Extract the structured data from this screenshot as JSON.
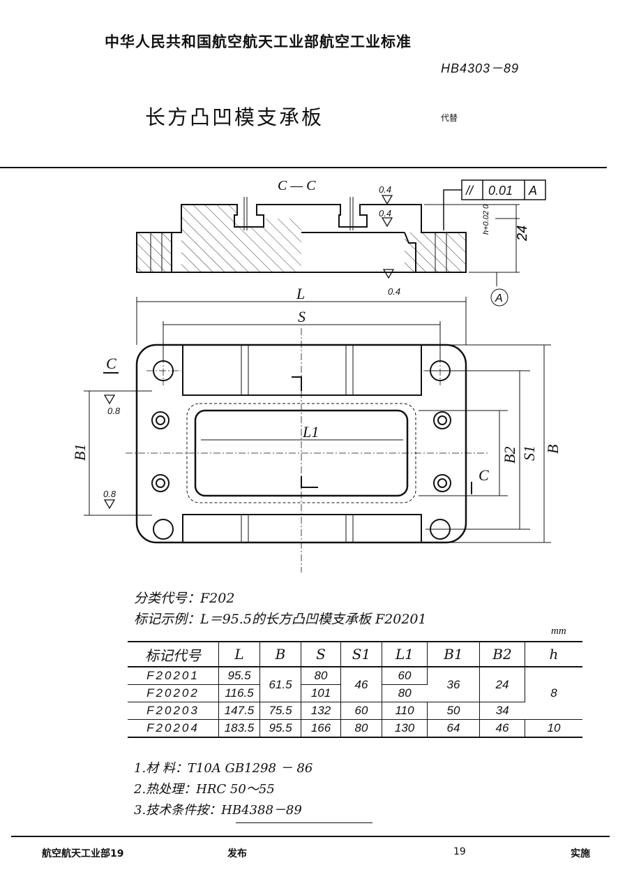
{
  "header": {
    "org_title": "中华人民共和国航空航天工业部航空工业标准",
    "standard_no": "HB4303－89",
    "doc_title": "长方凸凹模支承板",
    "replaces": "代替"
  },
  "drawing": {
    "section_label": "C — C",
    "roughness": [
      "0.4",
      "0.4",
      "0.4",
      "0.8",
      "0.8"
    ],
    "tolerance_frame": [
      "//",
      "0.01",
      "A"
    ],
    "datum": "A",
    "dim_h": "h+0.02 0",
    "dim_24": "24",
    "dims": {
      "L": "L",
      "S": "S",
      "L1": "L1",
      "B": "B",
      "S1": "S1",
      "B1": "B1",
      "B2": "B2"
    },
    "cut_mark": "C"
  },
  "info": {
    "classification": "分类代号：F202",
    "marking_example": "标记示例：L＝95.5的长方凸凹模支承板  F20201"
  },
  "unit": "mm",
  "table": {
    "headers": [
      "标记代号",
      "L",
      "B",
      "S",
      "S1",
      "L1",
      "B1",
      "B2",
      "h"
    ],
    "rows": [
      {
        "code": "F20201",
        "L": "95.5",
        "B": "61.5",
        "S": "80",
        "S1": "46",
        "L1": "60",
        "B1": "36",
        "B2": "24",
        "h": "8"
      },
      {
        "code": "F20202",
        "L": "116.5",
        "S": "101",
        "L1": "80"
      },
      {
        "code": "F20203",
        "L": "147.5",
        "B": "75.5",
        "S": "132",
        "S1": "60",
        "L1": "110",
        "B1": "50",
        "B2": "34"
      },
      {
        "code": "F20204",
        "L": "183.5",
        "B": "95.5",
        "S": "166",
        "S1": "80",
        "L1": "130",
        "B1": "64",
        "B2": "46",
        "h": "10"
      }
    ]
  },
  "notes": [
    "1.材  料：T10A   GB1298 － 86",
    "2.热处理：HRC 50～55",
    "3.技术条件按：HB4388－89"
  ],
  "footer": {
    "issuer": "航空航天工业部19",
    "issue": "发布",
    "page": "19",
    "implement": "实施"
  }
}
